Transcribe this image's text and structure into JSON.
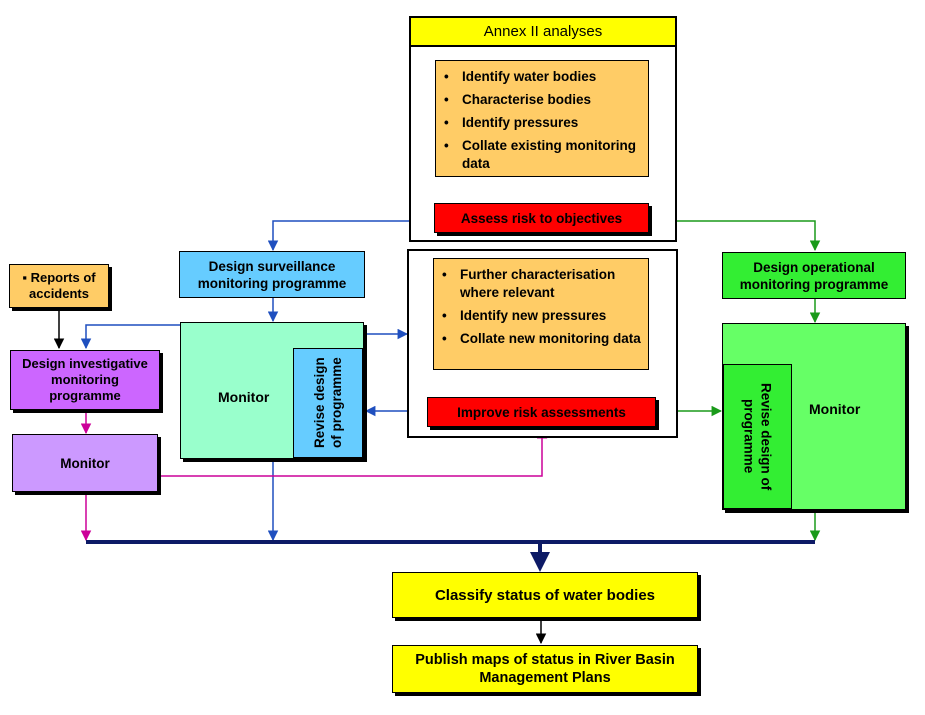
{
  "annex": {
    "title": "Annex II analyses",
    "items": [
      "Identify water bodies",
      "Characterise bodies",
      "Identify pressures",
      "Collate existing monitoring data"
    ],
    "assess": "Assess risk to objectives"
  },
  "further": {
    "items": [
      "Further characterisation where relevant",
      "Identify new pressures",
      "Collate new monitoring data"
    ],
    "improve": "Improve risk assessments"
  },
  "surveillance": {
    "design": "Design surveillance monitoring programme",
    "monitor": "Monitor",
    "revise": "Revise design of programme"
  },
  "operational": {
    "design": "Design operational monitoring programme",
    "monitor": "Monitor",
    "revise": "Revise design of programme"
  },
  "investigative": {
    "reports": "Reports of accidents",
    "design": "Design investigative monitoring programme",
    "monitor": "Monitor"
  },
  "classify": "Classify status of water bodies",
  "publish": "Publish maps of status in River Basin Management Plans",
  "colors": {
    "yellow": "#ffff00",
    "orange": "#ffcc66",
    "red": "#ff0000",
    "sky": "#66ccff",
    "mint": "#99ffcc",
    "green": "#33ee33",
    "light_green": "#66ff66",
    "purple": "#cc66ff",
    "lilac": "#cc99ff",
    "blue_line": "#1f4fbf",
    "green_line": "#1a9a1a",
    "magenta_line": "#cc0099",
    "navy_line": "#0d1a66"
  }
}
